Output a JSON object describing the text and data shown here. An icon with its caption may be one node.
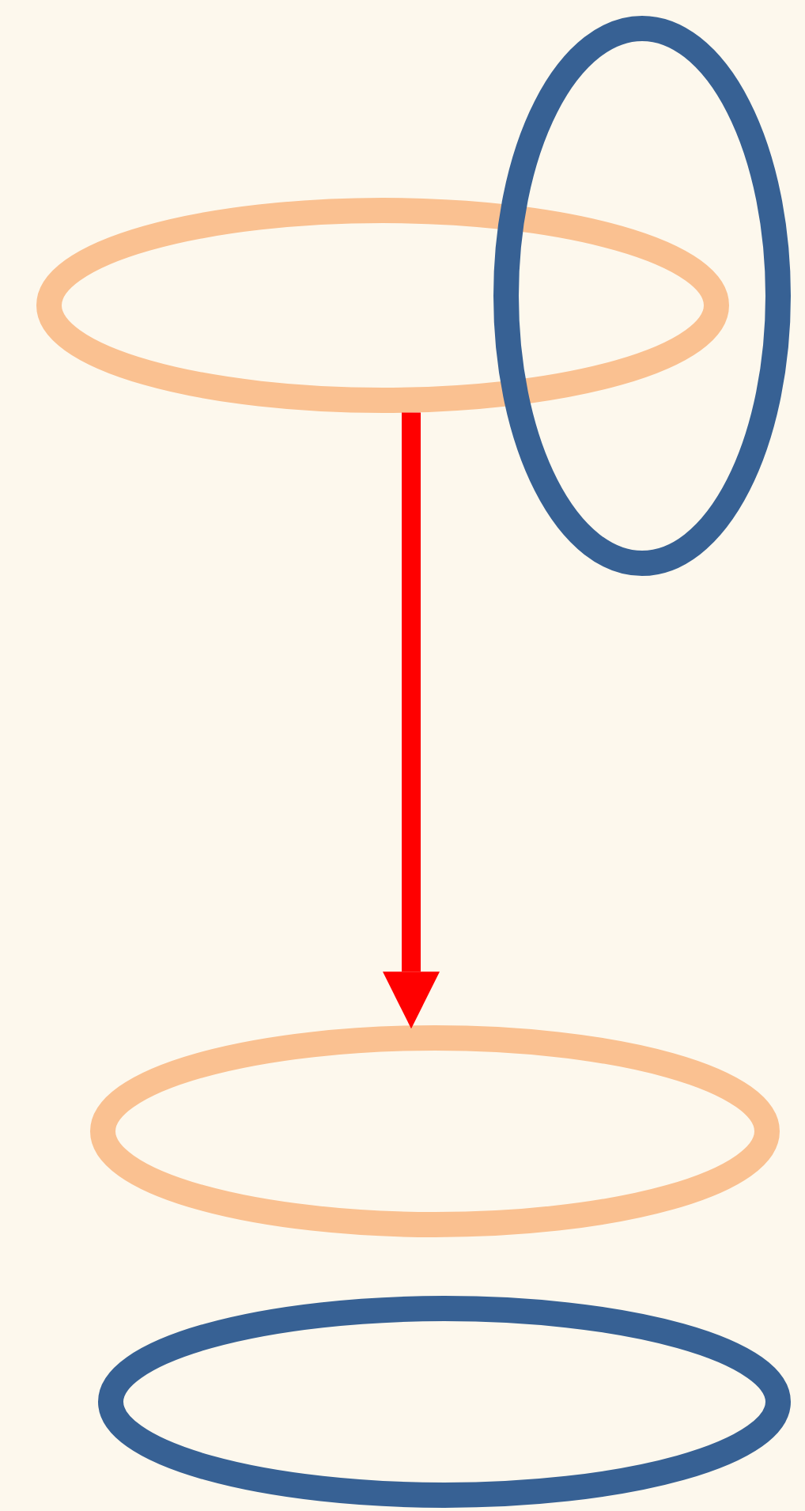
{
  "diagram": {
    "nodes": [
      {
        "text": [],
        "shape": "ellipse"
      },
      {
        "text": [],
        "shape": "ellipse"
      },
      {
        "text": [],
        "shape": "ellipse"
      },
      {
        "text": [],
        "shape": "ellipse"
      }
    ],
    "edges": [
      {
        "from": 0,
        "to": 2,
        "arrow": "to"
      }
    ]
  }
}
